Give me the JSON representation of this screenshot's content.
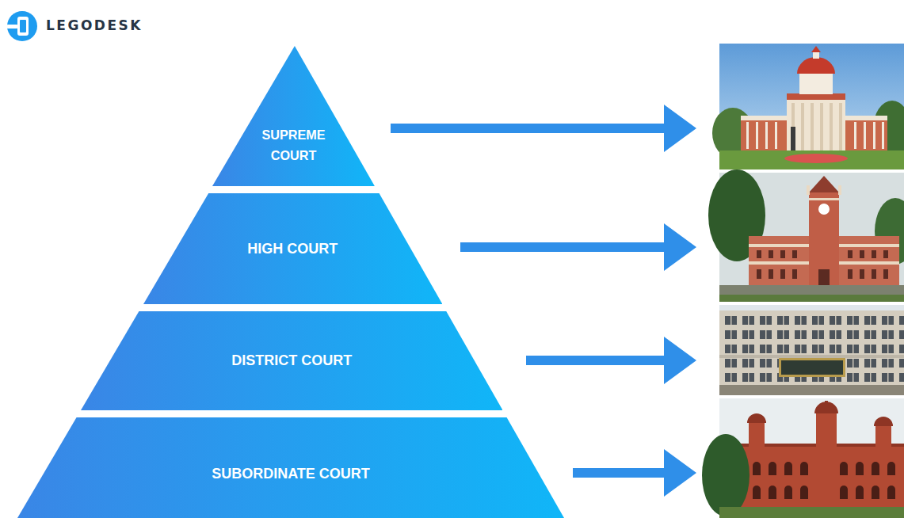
{
  "diagram": {
    "nodes": [
      {
        "text": [
          "SUPREME COURT"
        ]
      },
      {
        "text": [
          "HIGH COURT"
        ]
      },
      {
        "text": [
          "DISTRICT COURT"
        ]
      },
      {
        "text": [
          "SUBORDINATE COURT"
        ]
      }
    ],
    "labels": [
      "LEGODESK"
    ]
  }
}
